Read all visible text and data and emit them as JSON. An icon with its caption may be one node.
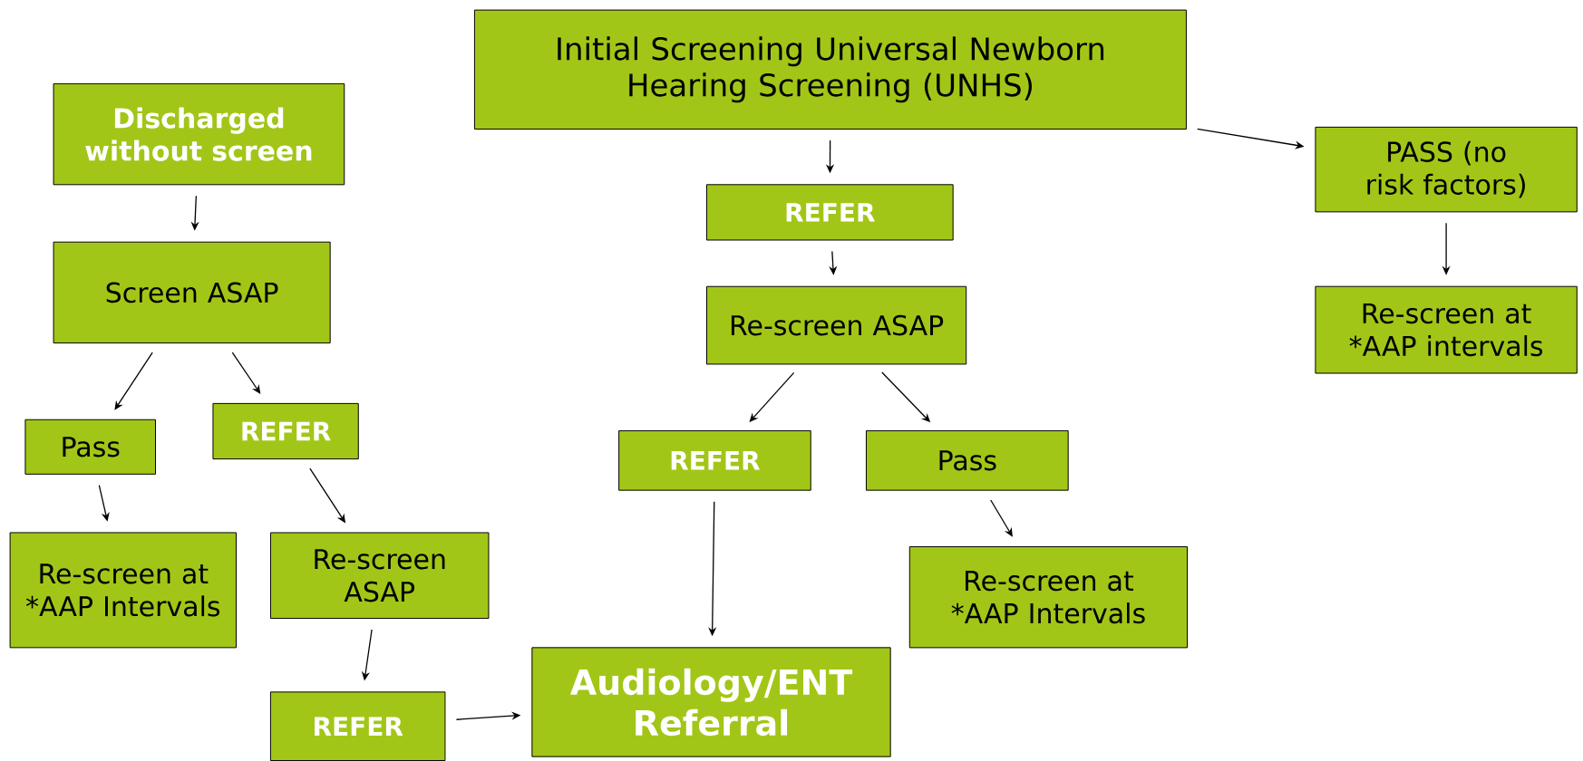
{
  "diagram": {
    "nodes": [
      {
        "text": [
          "Initial Screening Universal Newborn Hearing Screening (UNHS)"
        ]
      },
      {
        "text": [
          "Discharged without screen"
        ]
      },
      {
        "text": [
          "Screen  ASAP"
        ]
      },
      {
        "text": [
          "REFER"
        ]
      },
      {
        "text": [
          "PASS (no risk factors)"
        ]
      },
      {
        "text": [
          "Re-screen ASAP"
        ]
      },
      {
        "text": [
          "Re-screen at *AAP intervals"
        ]
      },
      {
        "text": [
          "Pass"
        ]
      },
      {
        "text": [
          "REFER"
        ]
      },
      {
        "text": [
          "REFER"
        ]
      },
      {
        "text": [
          "Pass"
        ]
      },
      {
        "text": [
          "Re-screen at *AAP Intervals"
        ]
      },
      {
        "text": [
          "Re-screen ASAP"
        ]
      },
      {
        "text": [
          "Re-screen at *AAP Intervals"
        ]
      },
      {
        "text": [
          "Audiology/ENT Referral"
        ]
      },
      {
        "text": [
          "REFER"
        ]
      }
    ],
    "edges": [
      {
        "from": 0,
        "to": 3,
        "arrow": "to"
      },
      {
        "from": 0,
        "to": 4,
        "arrow": "to"
      },
      {
        "from": 3,
        "to": 5,
        "arrow": "to"
      },
      {
        "from": 4,
        "to": 6,
        "arrow": "to"
      },
      {
        "from": 1,
        "to": 2,
        "arrow": "to"
      },
      {
        "from": 2,
        "to": 7,
        "arrow": "to"
      },
      {
        "from": 2,
        "to": 8,
        "arrow": "to"
      },
      {
        "from": 5,
        "to": 9,
        "arrow": "to"
      },
      {
        "from": 5,
        "to": 10,
        "arrow": "to"
      },
      {
        "from": 7,
        "to": 11,
        "arrow": "to"
      },
      {
        "from": 8,
        "to": 12,
        "arrow": "to"
      },
      {
        "from": 9,
        "to": 14,
        "arrow": "to"
      },
      {
        "from": 10,
        "to": 13,
        "arrow": "to"
      },
      {
        "from": 12,
        "to": 15,
        "arrow": "to"
      },
      {
        "from": 15,
        "to": 14,
        "arrow": "to"
      }
    ]
  }
}
